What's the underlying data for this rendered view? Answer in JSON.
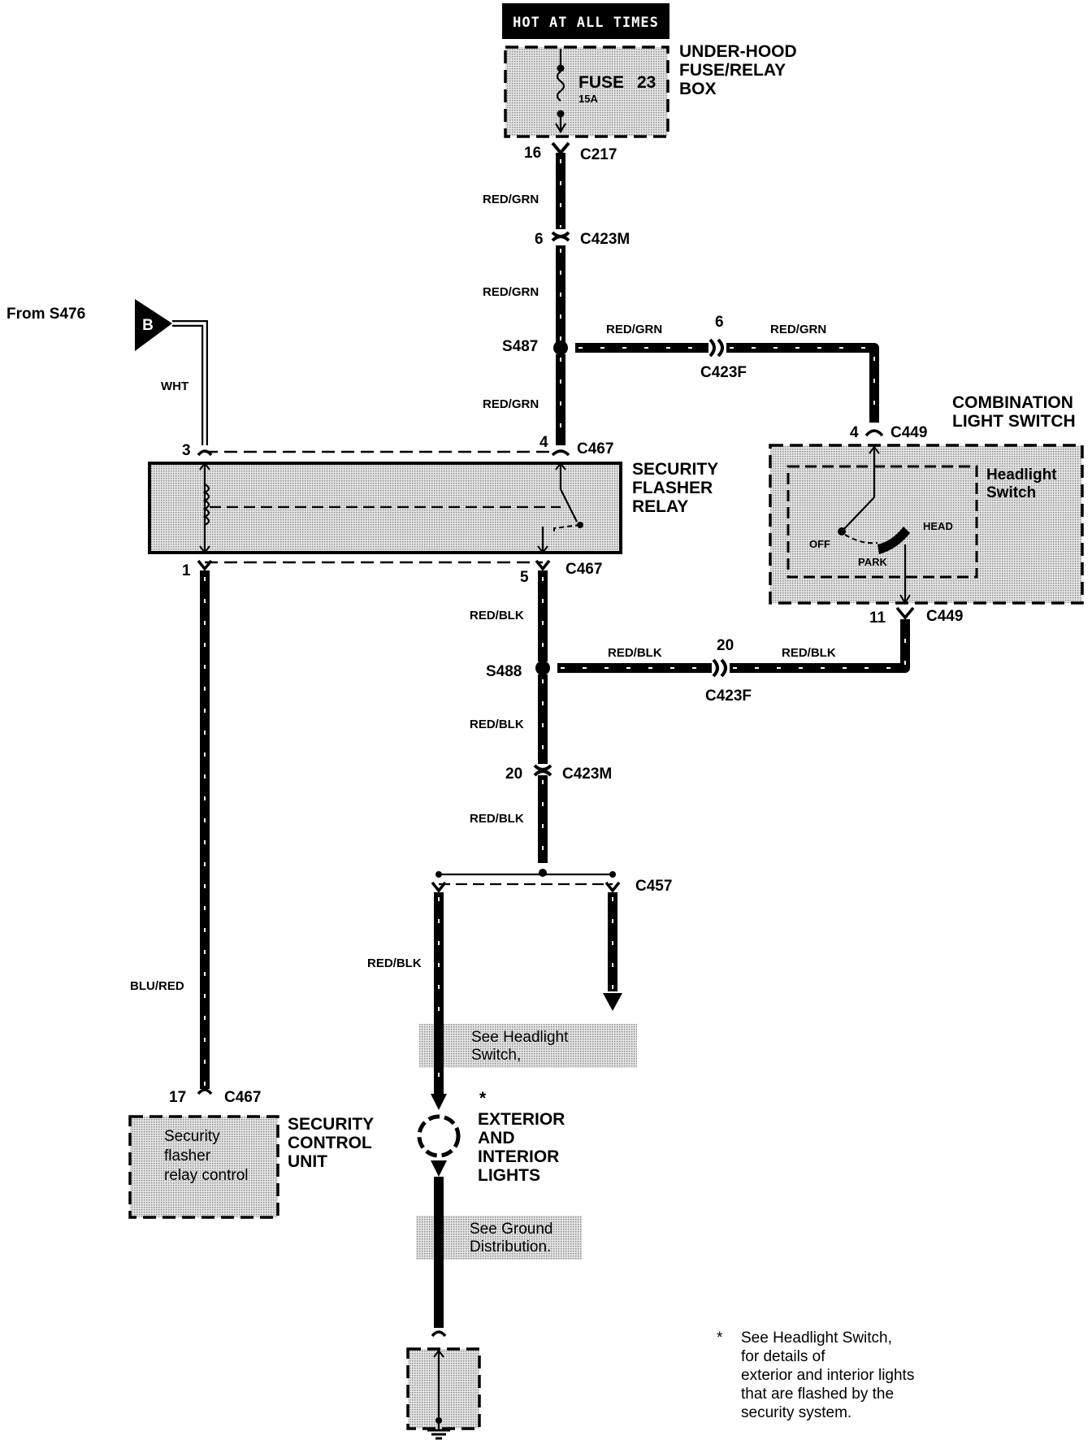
{
  "power": {
    "hot_label": "HOT AT ALL TIMES",
    "fuse_box_label": [
      "UNDER-HOOD",
      "FUSE/RELAY",
      "BOX"
    ],
    "fuse_name": "FUSE",
    "fuse_number": "23",
    "fuse_rating": "15A"
  },
  "connectors": {
    "c217": "C217",
    "c217_pin": "16",
    "c423m_top": "C423M",
    "c423m_top_pin": "6",
    "s487": "S487",
    "c423f_top": "C423F",
    "c423f_top_pin": "6",
    "c449_top": "C449",
    "c449_top_pin": "4",
    "c467_top_left_pin": "3",
    "c467_top_pin": "4",
    "c467_top": "C467",
    "c467_bot_left_pin": "1",
    "c467_bot_pin": "5",
    "c467_bot": "C467",
    "c449_bot": "C449",
    "c449_bot_pin": "11",
    "s488": "S488",
    "c423f_bot": "C423F",
    "c423f_bot_pin": "20",
    "c423m_bot": "C423M",
    "c423m_bot_pin": "20",
    "c457": "C457",
    "c467_scu": "C467",
    "c467_scu_pin": "17"
  },
  "wires": {
    "red_grn": "RED/GRN",
    "red_blk": "RED/BLK",
    "wht": "WHT",
    "blu_red": "BLU/RED"
  },
  "from_label": "From S476",
  "from_letter": "B",
  "relay": {
    "label": [
      "SECURITY",
      "FLASHER",
      "RELAY"
    ]
  },
  "combo_switch": {
    "label": [
      "COMBINATION",
      "LIGHT SWITCH"
    ],
    "inner_label": [
      "Headlight",
      "Switch"
    ],
    "off": "OFF",
    "park": "PARK",
    "head": "HEAD"
  },
  "scu": {
    "label": [
      "SECURITY",
      "CONTROL",
      "UNIT"
    ],
    "inner": [
      "Security",
      "flasher",
      "relay control"
    ]
  },
  "refs": {
    "headlight_ref": [
      "See Headlight",
      "Switch,"
    ],
    "ground_ref": [
      "See Ground",
      "Distribution."
    ]
  },
  "lights": {
    "asterisk": "*",
    "label": [
      "EXTERIOR",
      "AND",
      "INTERIOR",
      "LIGHTS"
    ]
  },
  "footnote": {
    "asterisk": "*",
    "lines": [
      "See Headlight Switch,",
      "for details of",
      "exterior and interior lights",
      "that are flashed by the",
      "security system."
    ]
  },
  "colors": {
    "ink": "#000000",
    "paper": "#ffffff",
    "shade": "#bdbdbd"
  }
}
